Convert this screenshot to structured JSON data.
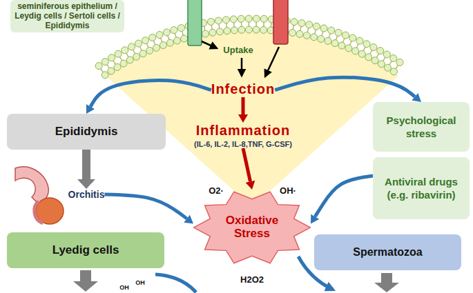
{
  "diagram": {
    "nodes": [
      {
        "text": [
          "seminiferous epithelium / Leydig cells / Sertoli cells / Epididymis"
        ]
      },
      {
        "text": [
          "Infection"
        ]
      },
      {
        "text": [
          "Epididymis"
        ]
      },
      {
        "text": [
          "Inflammation",
          "(IL-6, IL-2, IL-8,TNF, G-CSF)"
        ]
      },
      {
        "text": [
          "Psychological stress"
        ]
      },
      {
        "text": [
          "Antiviral drugs (e.g. ribavirin)"
        ]
      },
      {
        "text": [
          "Orchitis"
        ]
      },
      {
        "text": [
          "Oxidative Stress"
        ]
      },
      {
        "text": [
          "Lyedig cells"
        ]
      },
      {
        "text": [
          "Spermatozoa"
        ]
      }
    ],
    "edges": [
      {
        "from": 1,
        "to": 3,
        "arrow": "to"
      },
      {
        "from": 1,
        "to": 2,
        "arrow": "to"
      },
      {
        "from": 1,
        "to": 4,
        "arrow": "to"
      },
      {
        "from": 2,
        "to": 6,
        "arrow": "to"
      },
      {
        "from": 3,
        "to": 7,
        "arrow": "to"
      },
      {
        "from": 5,
        "to": 7,
        "arrow": "to"
      },
      {
        "from": 6,
        "to": 7,
        "arrow": "to"
      }
    ],
    "labels": [
      "Uptake",
      "O2·",
      "OH·",
      "H2O2",
      "OH",
      "OH"
    ]
  }
}
